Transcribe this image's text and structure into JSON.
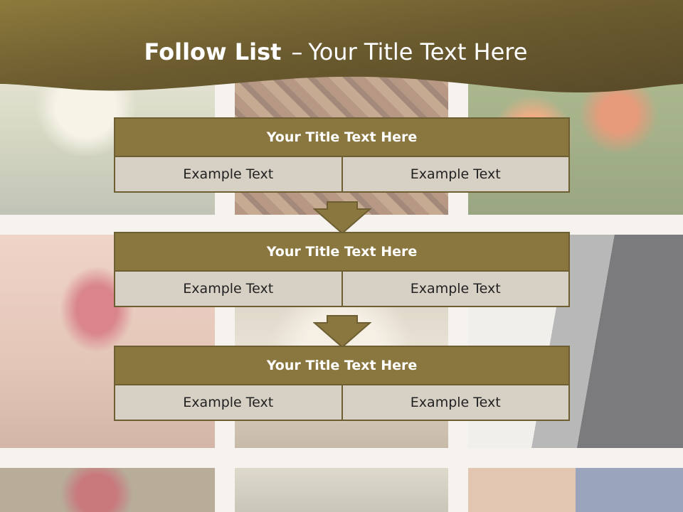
{
  "slide": {
    "title_bold": "Follow List",
    "title_dash": "–",
    "title_rest": "Your Title Text Here"
  },
  "blocks": [
    {
      "title": "Your Title Text Here",
      "cells": [
        "Example Text",
        "Example Text"
      ]
    },
    {
      "title": "Your Title Text Here",
      "cells": [
        "Example Text",
        "Example Text"
      ]
    },
    {
      "title": "Your Title Text Here",
      "cells": [
        "Example Text",
        "Example Text"
      ]
    }
  ],
  "colors": {
    "header": "#5f5230",
    "block_title_bg": "#8a7740",
    "cell_bg": "#d6d0c5",
    "border": "#6e5f33"
  },
  "background_photos": [
    "bride-bouquet-photo",
    "wedding-cake-photo",
    "orange-flowers-photo",
    "lipstick-photo",
    "lace-dress-photo",
    "groom-tie-photo",
    "red-roses-photo",
    "champagne-glass-photo",
    "holding-hands-photo"
  ]
}
